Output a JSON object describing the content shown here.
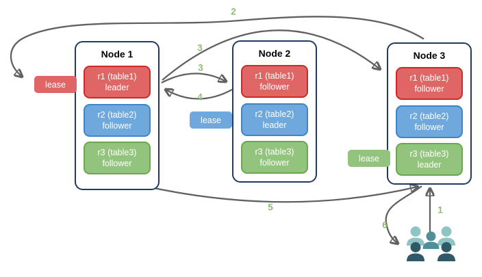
{
  "diagram": {
    "title_hint": "range replication / lease diagram",
    "colors": {
      "red_fill": "#e06666",
      "red_border": "#cc2a2a",
      "blue_fill": "#6fa8dc",
      "blue_border": "#3d85c6",
      "green_fill": "#93c47d",
      "green_border": "#6aa84f",
      "node_border": "#1f3864",
      "arrow": "#616161",
      "step_label": "#8fbc6e",
      "users_light": "#8ec5c4",
      "users_medium": "#4e8f98",
      "users_dark": "#2e5966"
    },
    "nodes": [
      {
        "title": "Node 1",
        "replicas": [
          {
            "line1": "r1 (table1)",
            "line2": "leader",
            "color": "red"
          },
          {
            "line1": "r2 (table2)",
            "line2": "follower",
            "color": "blue"
          },
          {
            "line1": "r3 (table3)",
            "line2": "follower",
            "color": "green"
          }
        ]
      },
      {
        "title": "Node 2",
        "replicas": [
          {
            "line1": "r1 (table1)",
            "line2": "follower",
            "color": "red"
          },
          {
            "line1": "r2 (table2)",
            "line2": "leader",
            "color": "blue"
          },
          {
            "line1": "r3 (table3)",
            "line2": "follower",
            "color": "green"
          }
        ]
      },
      {
        "title": "Node 3",
        "replicas": [
          {
            "line1": "r1 (table1)",
            "line2": "follower",
            "color": "red"
          },
          {
            "line1": "r2 (table2)",
            "line2": "follower",
            "color": "blue"
          },
          {
            "line1": "r3 (table3)",
            "line2": "leader",
            "color": "green"
          }
        ]
      }
    ],
    "leases": [
      {
        "label": "lease",
        "color": "red"
      },
      {
        "label": "lease",
        "color": "blue"
      },
      {
        "label": "lease",
        "color": "green"
      }
    ],
    "steps": {
      "s1": "1",
      "s2": "2",
      "s3a": "3",
      "s3b": "3",
      "s4": "4",
      "s5": "5",
      "s6": "6"
    },
    "users_icon": "users-group"
  }
}
